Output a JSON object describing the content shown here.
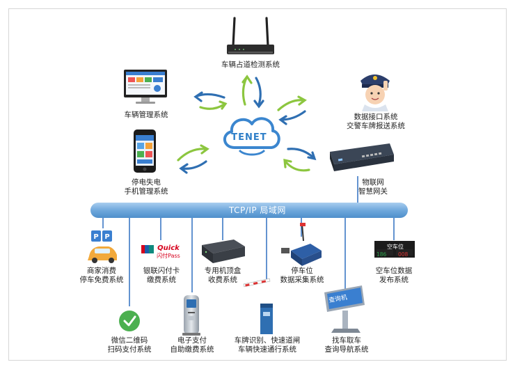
{
  "diagram": {
    "hub_label": "TENET",
    "bus_label": "TCP/IP   局域网",
    "top_nodes": [
      {
        "key": "lane_detect",
        "lines": [
          "车辆占道检测系统"
        ]
      },
      {
        "key": "vehicle_mgmt",
        "lines": [
          "车辆管理系统"
        ]
      },
      {
        "key": "data_interface",
        "lines": [
          "数据接口系统",
          "交警车牌报送系统"
        ]
      },
      {
        "key": "mobile_mgmt",
        "lines": [
          "停电失电",
          "手机管理系统"
        ]
      },
      {
        "key": "iot_gateway",
        "lines": [
          "物联网",
          "智慧网关"
        ]
      }
    ],
    "bottom_nodes": [
      {
        "key": "merchant",
        "lines": [
          "商家消费",
          "停车免费系统"
        ]
      },
      {
        "key": "unionpay",
        "lines": [
          "银联闪付卡",
          "缴费系统"
        ]
      },
      {
        "key": "settop",
        "lines": [
          "专用机顶盒",
          "收费系统"
        ]
      },
      {
        "key": "space_collect",
        "lines": [
          "停车位",
          "数据采集系统"
        ]
      },
      {
        "key": "vacancy_publish",
        "lines": [
          "空车位数据",
          "发布系统"
        ]
      },
      {
        "key": "wechat",
        "lines": [
          "微信二维码",
          "扫码支付系统"
        ]
      },
      {
        "key": "epay",
        "lines": [
          "电子支付",
          "自助缴费系统"
        ]
      },
      {
        "key": "plate_gate",
        "lines": [
          "车牌识别、快速道闸",
          "车辆快速通行系统"
        ]
      },
      {
        "key": "find_car",
        "lines": [
          "找车取车",
          "查询导航系统"
        ]
      }
    ],
    "icon_text": {
      "parking_sign": "P",
      "unionpay_logo": "闪付Pass",
      "unionpay_quick": "Quick",
      "kiosk_screen": "查询机",
      "vacancy_sign_title": "空车位",
      "vacancy_sign_left": "186",
      "vacancy_sign_right": "008"
    },
    "colors": {
      "bus": "#7fb3e0",
      "arrow_green": "#8cc63f",
      "arrow_blue": "#2f6fb2",
      "cloud": "#3b86cf"
    }
  }
}
